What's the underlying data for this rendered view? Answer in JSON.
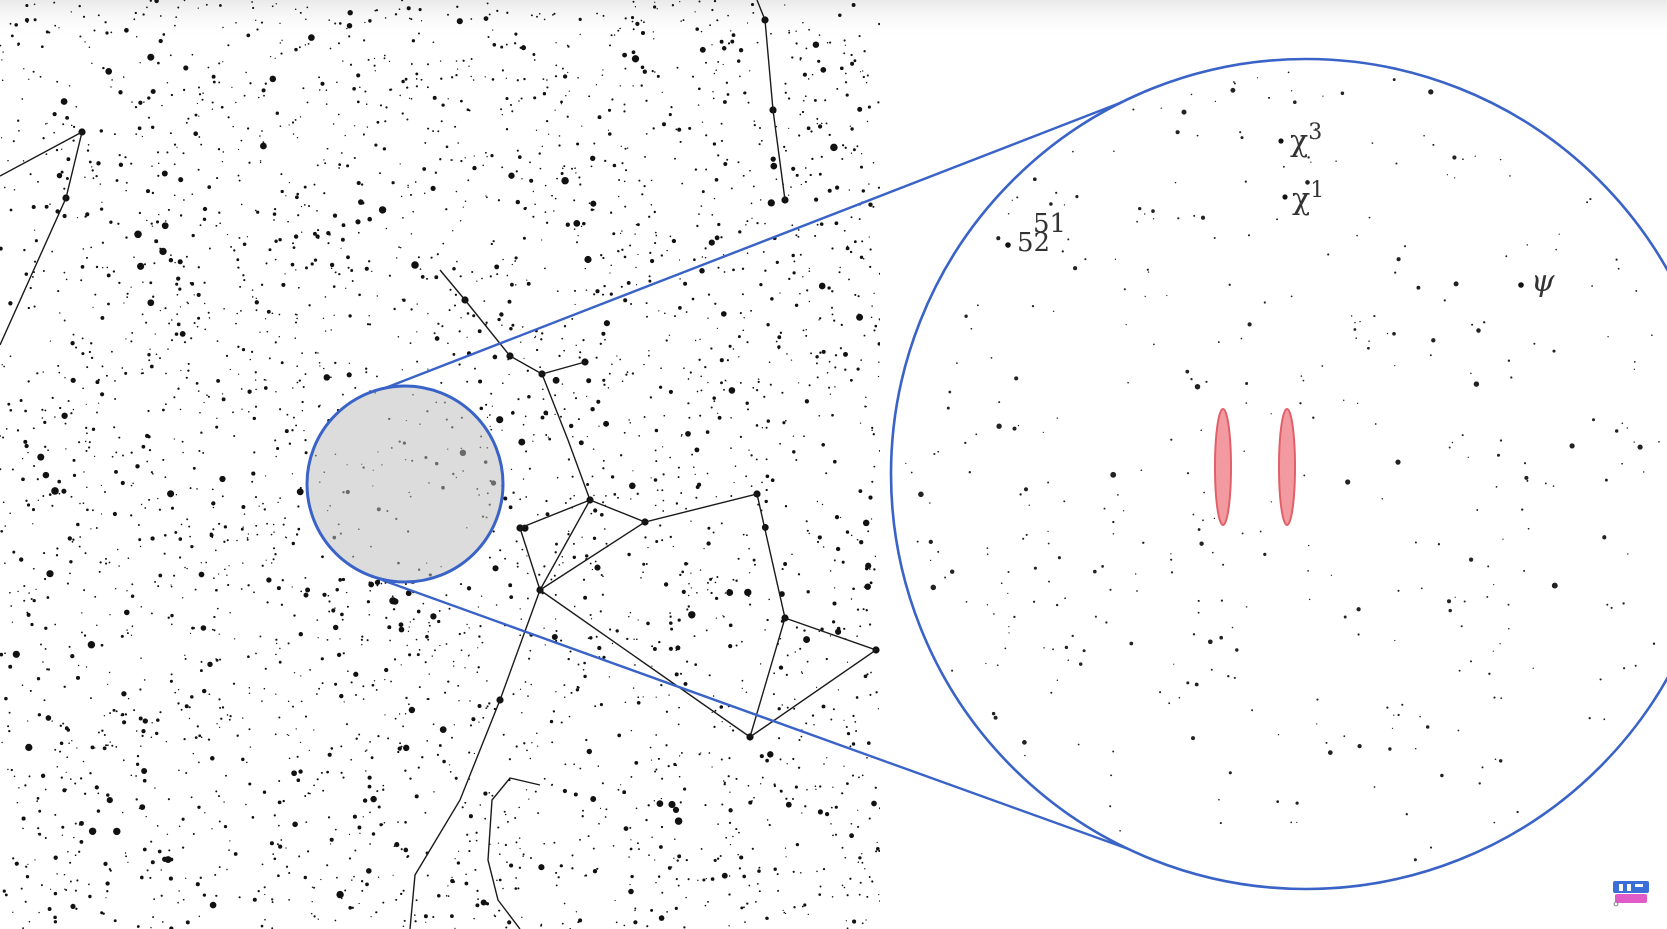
{
  "colors": {
    "background": "#ffffff",
    "stars": "#111111",
    "constellation_lines": "#1a1a1a",
    "magnifier_outline": "#3a63c7",
    "magnifier_fill": "#dcdcdc",
    "highlight_fill": "#f39aa0",
    "highlight_stroke": "#e0606a",
    "label_text": "#333333"
  },
  "star_labels": {
    "chi3": {
      "base": "χ",
      "sup": "3"
    },
    "chi1": {
      "base": "χ",
      "sup": "1"
    },
    "s51": "51",
    "s52": "52",
    "psi": "ψ"
  },
  "highlighted_objects": [
    "left-oval",
    "right-oval"
  ],
  "icons": {
    "watermark": "channel-logo-icon"
  }
}
